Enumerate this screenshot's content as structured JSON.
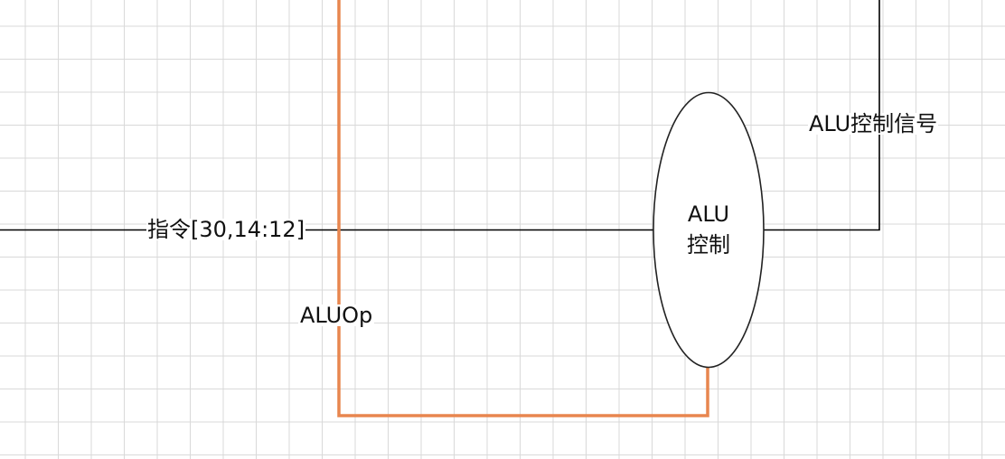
{
  "diagram": {
    "instruction_label": "指令[30,14:12]",
    "aluop_label": "ALUOp",
    "output_label": "ALU控制信号",
    "alu_control_node": {
      "line1": "ALU",
      "line2": "控制"
    },
    "colors": {
      "wire": "#000000",
      "aluop_wire": "#e8864f",
      "grid": "#d9d9d9",
      "node_stroke": "#222222"
    }
  }
}
